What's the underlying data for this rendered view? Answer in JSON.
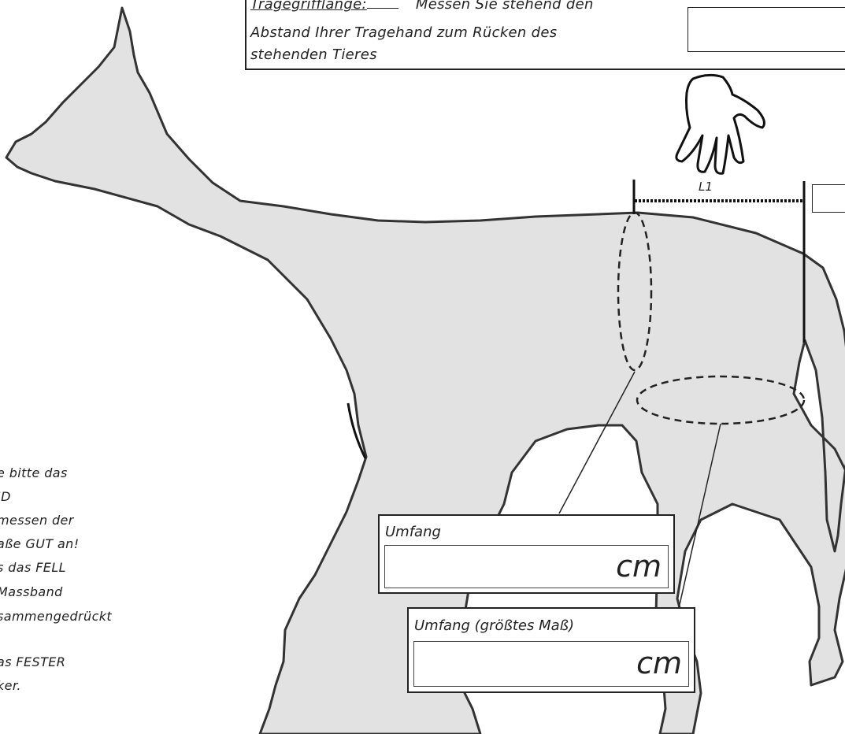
{
  "header": {
    "label": "Tragegrifflänge:",
    "line1": "Messen Sie stehend den",
    "line2": "Abstand Ihrer Tragehand zum Rücken des",
    "line3": "stehenden Tieres"
  },
  "diagram": {
    "length_label": "L1"
  },
  "measurements": [
    {
      "label": "Umfang",
      "unit": "cm"
    },
    {
      "label": "Umfang (größtes Maß)",
      "unit": "cm"
    }
  ],
  "notes": [
    "e bitte das",
    "ID",
    "messen der",
    "aße GUT an!",
    "s das FELL",
    " Massband",
    "sammengedrückt",
    "",
    "as FESTER",
    "ker."
  ],
  "colors": {
    "dog_fill": "#e2e2e2",
    "outline": "#333333"
  }
}
